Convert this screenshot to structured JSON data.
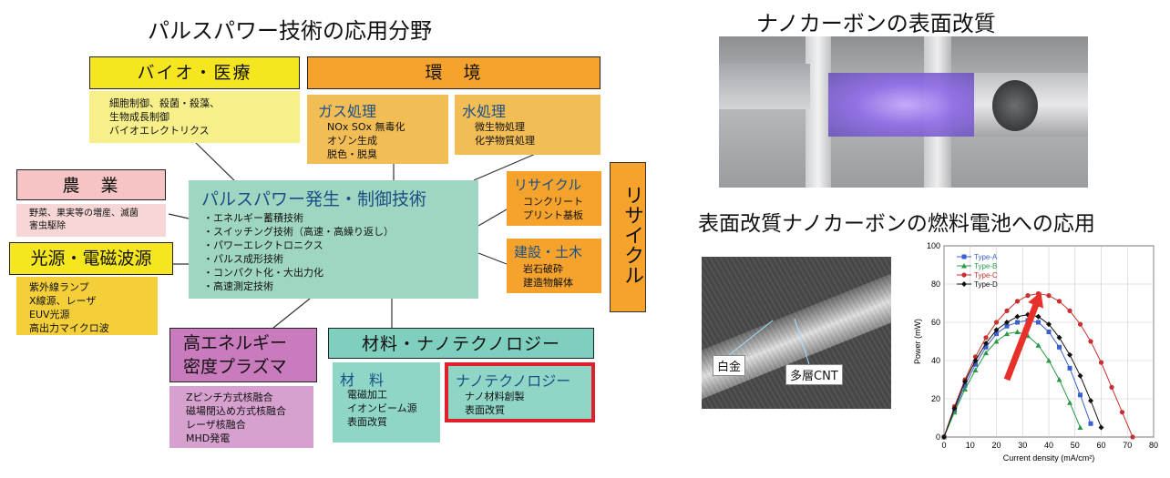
{
  "main_title": "パルスパワー技術の応用分野",
  "bio": {
    "header": "バイオ・医療",
    "items": "細胞制御、殺菌・殺藻、\n生物成長制御\nバイオエレクトリクス"
  },
  "env": {
    "header": "環　境"
  },
  "gas": {
    "title": "ガス処理",
    "items": "NOx SOx 無毒化\nオゾン生成\n脱色・脱臭"
  },
  "water": {
    "title": "水処理",
    "items": "微生物処理\n化学物質処理"
  },
  "agri": {
    "header": "農　業",
    "items": "野菜、果実等の増産、滅菌\n害虫駆除"
  },
  "light": {
    "header": "光源・電磁波源",
    "items": "紫外線ランプ\nX線源、レーザ\nEUV光源\n高出力マイクロ波"
  },
  "center": {
    "title": "パルスパワー発生・制御技術",
    "items": "・エネルギー蓄積技術\n・スイッチング技術（高速・高繰り返し）\n・パワーエレクトロニクス\n・パルス成形技術\n・コンパクト化・大出力化\n・高速測定技術"
  },
  "recycle": {
    "title": "リサイクル",
    "items": "コンクリート\nプリント基板"
  },
  "recycle_vertical": "リサイクル",
  "construct": {
    "title": "建設・土木",
    "items": "岩石破砕\n建造物解体"
  },
  "plasma": {
    "header": "高エネルギー\n密度プラズマ",
    "items": "Zピンチ方式核融合\n磁場閉込め方式核融合\nレーザ核融合\nMHD発電"
  },
  "material": {
    "header": "材料・ナノテクノロジー"
  },
  "mat_sub": {
    "title": "材　料",
    "items": "電磁加工\nイオンビーム源\n表面改質"
  },
  "nano_sub": {
    "title": "ナノテクノロジー",
    "items": "ナノ材料創製\n表面改質"
  },
  "right_title1": "ナノカーボンの表面改質",
  "right_title2": "表面改質ナノカーボンの燃料電池への応用",
  "sem_labels": {
    "platinum": "白金",
    "cnt": "多層CNT"
  },
  "colors": {
    "highlight": "#e0202a",
    "arrow": "#e8302a"
  },
  "chart_data": {
    "type": "line",
    "xlabel": "Current density (mA/cm²)",
    "ylabel": "Power (mW)",
    "xlim": [
      0,
      80
    ],
    "ylim": [
      0,
      100
    ],
    "xticks": [
      "0",
      "10",
      "20",
      "30",
      "40",
      "50",
      "60",
      "70",
      "80"
    ],
    "yticks": [
      "0",
      "20",
      "40",
      "60",
      "80",
      "100"
    ],
    "legend_position": "top-left",
    "series": [
      {
        "name": "Type-A",
        "color": "#3a5fd0",
        "marker": "square",
        "x": [
          0,
          4,
          8,
          12,
          16,
          20,
          24,
          28,
          32,
          36,
          40,
          44,
          48,
          52,
          56
        ],
        "y": [
          0,
          14,
          27,
          38,
          47,
          54,
          58,
          60,
          61,
          60,
          55,
          47,
          36,
          22,
          7
        ]
      },
      {
        "name": "Type-B",
        "color": "#2a9a4a",
        "marker": "triangle",
        "x": [
          0,
          4,
          8,
          12,
          16,
          20,
          24,
          28,
          32,
          36,
          40,
          44,
          48,
          52
        ],
        "y": [
          0,
          13,
          25,
          35,
          44,
          50,
          54,
          55,
          53,
          48,
          40,
          30,
          18,
          5
        ]
      },
      {
        "name": "Type-C",
        "color": "#c83030",
        "marker": "circle",
        "x": [
          0,
          4,
          8,
          12,
          16,
          20,
          24,
          28,
          32,
          36,
          40,
          44,
          48,
          52,
          56,
          60,
          64,
          68,
          72
        ],
        "y": [
          0,
          16,
          30,
          42,
          52,
          60,
          66,
          71,
          74,
          75,
          74,
          71,
          66,
          59,
          50,
          39,
          26,
          13,
          0
        ]
      },
      {
        "name": "Type-D",
        "color": "#111111",
        "marker": "diamond",
        "x": [
          0,
          4,
          8,
          12,
          16,
          20,
          24,
          28,
          32,
          36,
          40,
          44,
          48,
          52,
          56,
          60
        ],
        "y": [
          0,
          15,
          29,
          40,
          49,
          56,
          60,
          63,
          64,
          63,
          59,
          52,
          43,
          32,
          19,
          5
        ]
      }
    ]
  }
}
